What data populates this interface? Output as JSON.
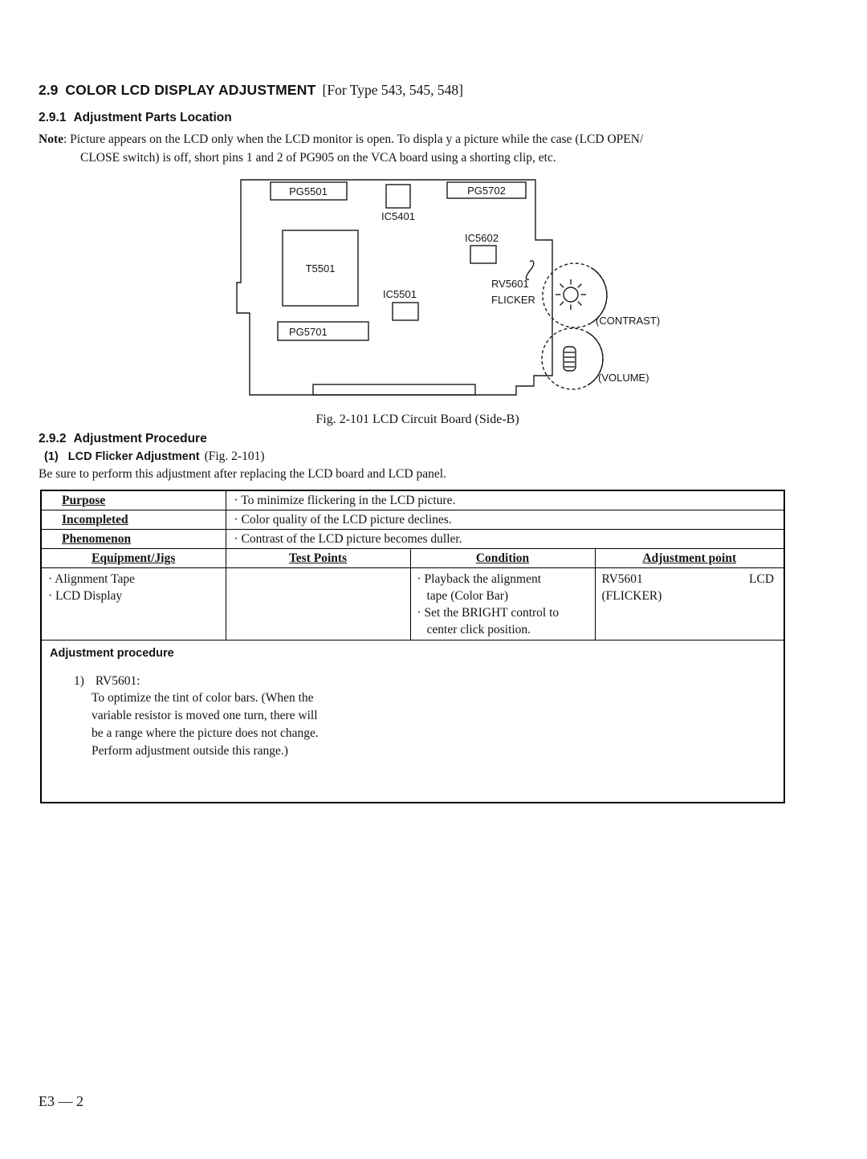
{
  "heading": {
    "number": "2.9",
    "title": "COLOR LCD DISPLAY ADJUSTMENT",
    "suffix": "[For Type 543, 545, 548]"
  },
  "sub1": {
    "number": "2.9.1",
    "title": "Adjustment Parts Location"
  },
  "note": {
    "label": "Note",
    "line1": ": Picture appears on the LCD only when the LCD monitor is open. To displa y a picture while the case (LCD OPEN/",
    "line2": "CLOSE switch) is off, short pins 1 and 2 of PG905 on the VCA board using a shorting clip, etc."
  },
  "diagram": {
    "caption": "Fig. 2-101 LCD Circuit Board (Side-B)",
    "labels": {
      "pg5501": "PG5501",
      "ic5401": "IC5401",
      "pg5702": "PG5702",
      "ic5602": "IC5602",
      "t5501": "T5501",
      "ic5501": "IC5501",
      "rv5601": "RV5601",
      "flicker": "FLICKER",
      "pg5701": "PG5701",
      "contrast": "(CONTRAST)",
      "volume": "(VOLUME)"
    }
  },
  "sub2": {
    "number": "2.9.2",
    "title": "Adjustment Procedure"
  },
  "item1": {
    "number": "(1)",
    "title": "LCD Flicker Adjustment",
    "ref": "(Fig. 2-101)",
    "intro": "Be sure to perform this adjustment after replacing the LCD board and LCD panel."
  },
  "table": {
    "rows": [
      {
        "label": "Purpose",
        "desc": "· To minimize flickering in the LCD picture."
      },
      {
        "label": "Incompleted",
        "desc": "· Color quality of the LCD picture declines."
      },
      {
        "label": "Phenomenon",
        "desc": "· Contrast of the LCD picture becomes duller."
      }
    ],
    "headers": [
      "Equipment/Jigs",
      "Test Points",
      "Condition",
      "Adjustment point"
    ],
    "equipment": [
      "· Alignment Tape",
      "· LCD Display"
    ],
    "condition": [
      "· Playback the alignment",
      "tape (Color Bar)",
      "· Set the BRIGHT control to",
      "center click position."
    ],
    "adjustment_point": {
      "part": "RV5601",
      "target": "LCD",
      "line2": "(FLICKER)"
    },
    "procedure_header": "Adjustment procedure",
    "procedure": {
      "num": "1)",
      "name": "RV5601:",
      "lines": [
        "To optimize the tint of color bars. (When the",
        "variable resistor is moved one turn, there will",
        "be a range where the picture does not change.",
        "Perform adjustment outside this range.)"
      ]
    }
  },
  "footer": "E3 — 2"
}
